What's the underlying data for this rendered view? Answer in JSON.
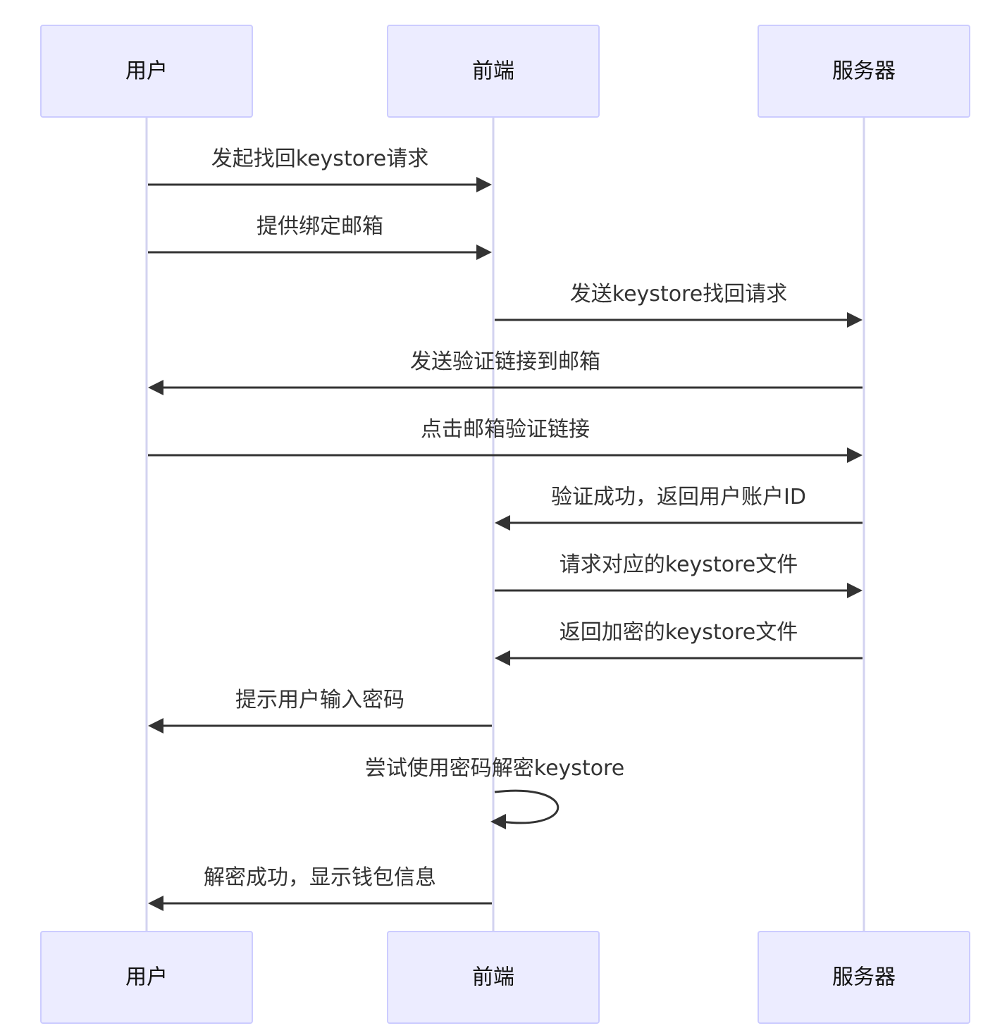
{
  "participants": [
    {
      "id": "user",
      "label": "用户"
    },
    {
      "id": "frontend",
      "label": "前端"
    },
    {
      "id": "server",
      "label": "服务器"
    }
  ],
  "messages": [
    {
      "from": "user",
      "to": "frontend",
      "label": "发起找回keystore请求"
    },
    {
      "from": "user",
      "to": "frontend",
      "label": "提供绑定邮箱"
    },
    {
      "from": "frontend",
      "to": "server",
      "label": "发送keystore找回请求"
    },
    {
      "from": "server",
      "to": "user",
      "label": "发送验证链接到邮箱"
    },
    {
      "from": "user",
      "to": "server",
      "label": "点击邮箱验证链接"
    },
    {
      "from": "server",
      "to": "frontend",
      "label": "验证成功，返回用户账户ID"
    },
    {
      "from": "frontend",
      "to": "server",
      "label": "请求对应的keystore文件"
    },
    {
      "from": "server",
      "to": "frontend",
      "label": "返回加密的keystore文件"
    },
    {
      "from": "frontend",
      "to": "user",
      "label": "提示用户输入密码"
    },
    {
      "from": "frontend",
      "to": "frontend",
      "label": "尝试使用密码解密keystore"
    },
    {
      "from": "frontend",
      "to": "user",
      "label": "解密成功，显示钱包信息"
    }
  ]
}
